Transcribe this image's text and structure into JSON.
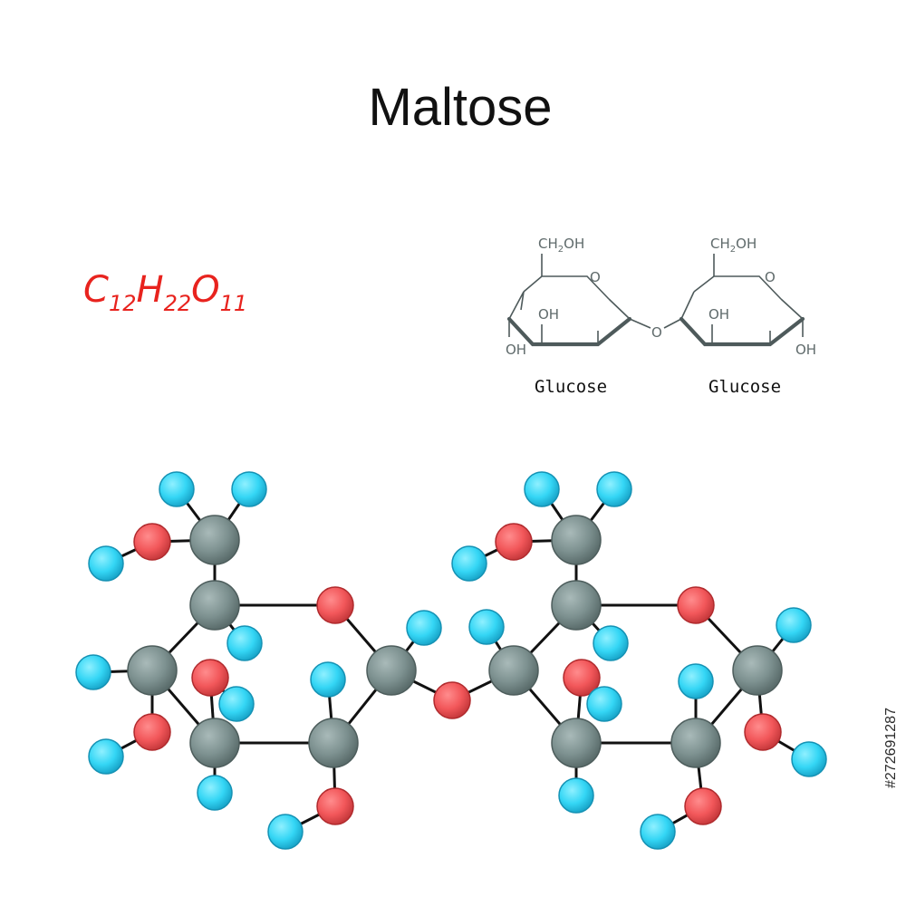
{
  "title": "Maltose",
  "formula": {
    "parts": [
      {
        "el": "C",
        "n": "12"
      },
      {
        "el": "H",
        "n": "22"
      },
      {
        "el": "O",
        "n": "11"
      }
    ]
  },
  "structure": {
    "ring_oxygen": "O",
    "hydroxyl": "OH",
    "ch2oh_main": "CH",
    "ch2oh_sub": "2",
    "ch2oh_tail": "OH",
    "bridge_oxygen": "O",
    "units": [
      {
        "caption": "Glucose"
      },
      {
        "caption": "Glucose"
      }
    ]
  },
  "watermark": "#272691287",
  "colors": {
    "carbon": "#7d9190",
    "oxygen": "#f2575a",
    "hydrogen": "#34d6f5",
    "bond": "#111111",
    "formula": "#e8231e"
  }
}
